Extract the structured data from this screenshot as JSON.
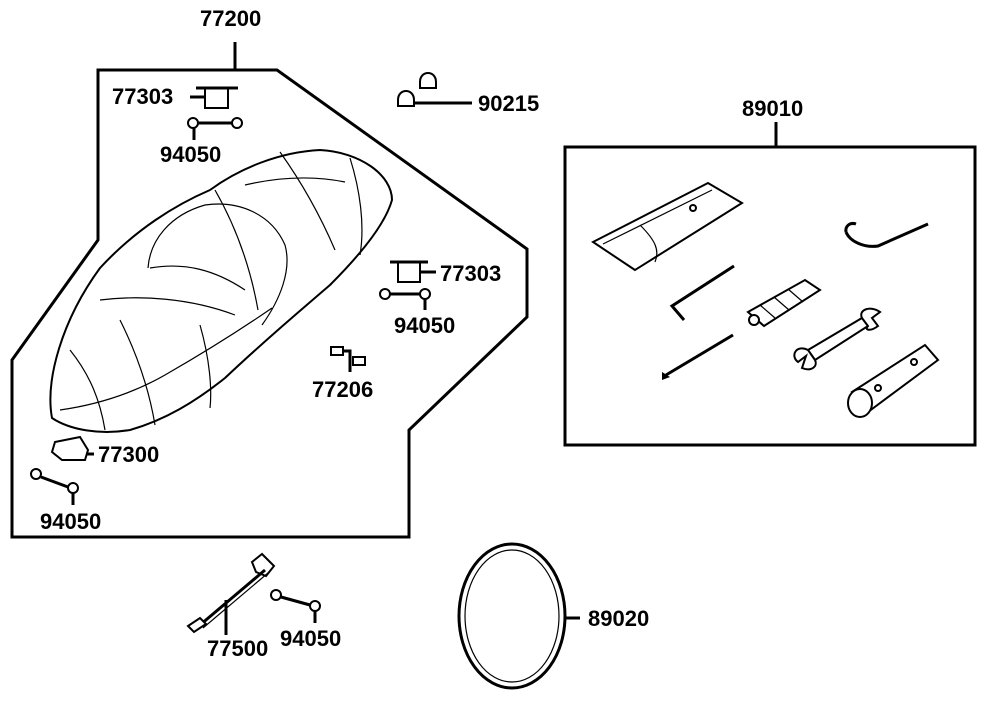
{
  "labels": {
    "seat_assembly": "77200",
    "hook_top": "77303",
    "hook_right": "77303",
    "bolt_top": "94050",
    "bolt_right": "94050",
    "bolt_left": "94050",
    "bolt_bottom": "94050",
    "clip": "77206",
    "bumper": "77300",
    "cap_nut": "90215",
    "tool_kit": "89010",
    "seat_lock_cable": "77500",
    "belt": "89020"
  }
}
